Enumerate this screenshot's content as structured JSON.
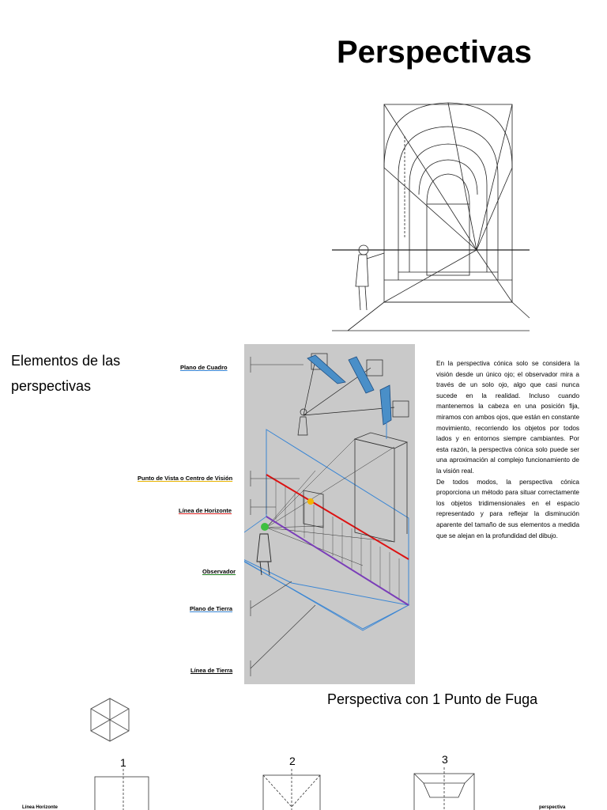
{
  "page": {
    "title": "Perspectivas",
    "section1_title": "Elementos de las perspectivas",
    "section2_title": "Perspectiva con 1 Punto de Fuga"
  },
  "diagram_labels": {
    "plano_cuadro": "Plano de Cuadro",
    "punto_vista": "Punto de Vista o Centro de Visión",
    "linea_horizonte": "Línea de Horizonte",
    "observador": "Observador",
    "plano_tierra": "Plano de Tierra",
    "linea_tierra": "Línea de Tierra"
  },
  "body_text": {
    "paragraph1": "En la perspectiva cónica solo se considera la visión desde un único ojo; el observador mira a través de un solo ojo, algo que casi nunca sucede en la realidad. Incluso cuando mantenemos la cabeza en una posición fija, miramos con ambos ojos, que están en constante movimiento, recorriendo los objetos por todos lados y en entornos siempre cambiantes. Por esta razón, la perspectiva cónica solo puede ser una aproximación al complejo funcionamiento de la visión real.",
    "paragraph2": "De todos modos, la perspectiva cónica proporciona un método para situar correctamente los objetos tridimensionales en el espacio representado y para reflejar la disminución aparente del tamaño de sus elementos a medida que se alejan en la profundidad del dibujo."
  },
  "steps": [
    "1",
    "2",
    "3"
  ],
  "bottom_labels": {
    "linea_horizonte": "Línea Horizonte",
    "perspectiva": "perspectiva"
  },
  "colors": {
    "diagram_bg": "#c9c9c9",
    "plane_blue": "#3a86d4",
    "horizon_red": "#dd1111",
    "ground_purple": "#7a3db8",
    "viewpoint_yellow": "#f2b400",
    "eye_green": "#3fbf3f"
  }
}
